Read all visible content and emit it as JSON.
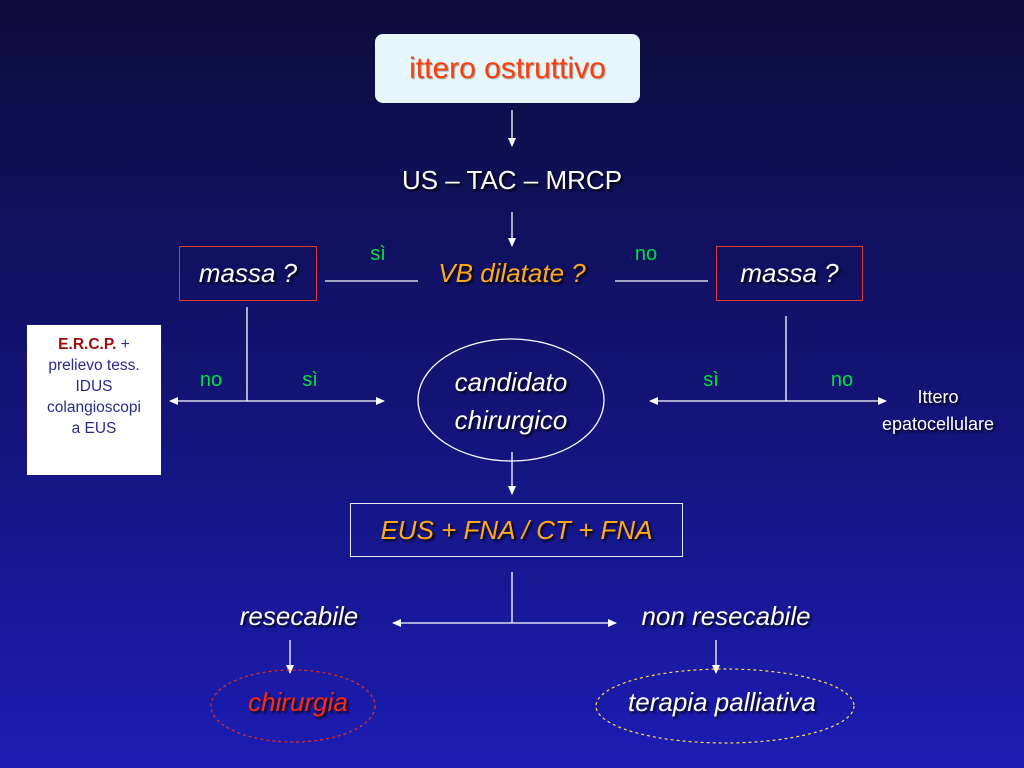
{
  "flowchart": {
    "start": "ittero ostruttivo",
    "imaging": "US – TAC – MRCP",
    "question_ducts": "VB dilatate ?",
    "branch_yes": "sì",
    "branch_no": "no",
    "left_question": "massa ?",
    "right_question": "massa ?",
    "left_no": "no",
    "left_yes": "sì",
    "right_yes": "sì",
    "right_no": "no",
    "ercp": {
      "title": "E.R.C.P.",
      "plus": " +",
      "line1": "prelievo tess.",
      "line2": "IDUS",
      "line3": "colangioscopi",
      "line4": "a EUS"
    },
    "candidate_line1": "candidato",
    "candidate_line2": "chirurgico",
    "hepatocellular_line1": "Ittero",
    "hepatocellular_line2": "epatocellulare",
    "biopsy": "EUS + FNA / CT + FNA",
    "resectable": "resecabile",
    "non_resectable": "non resecabile",
    "surgery": "chirurgia",
    "palliative": "terapia palliativa"
  },
  "colors": {
    "background_top": "#0c0c3c",
    "background_bottom": "#1c1cb4",
    "title_text": "#ff3d0a",
    "highlight": "#ffaa1a",
    "yes_no": "#00e040",
    "box_border": "#e23a2a"
  }
}
